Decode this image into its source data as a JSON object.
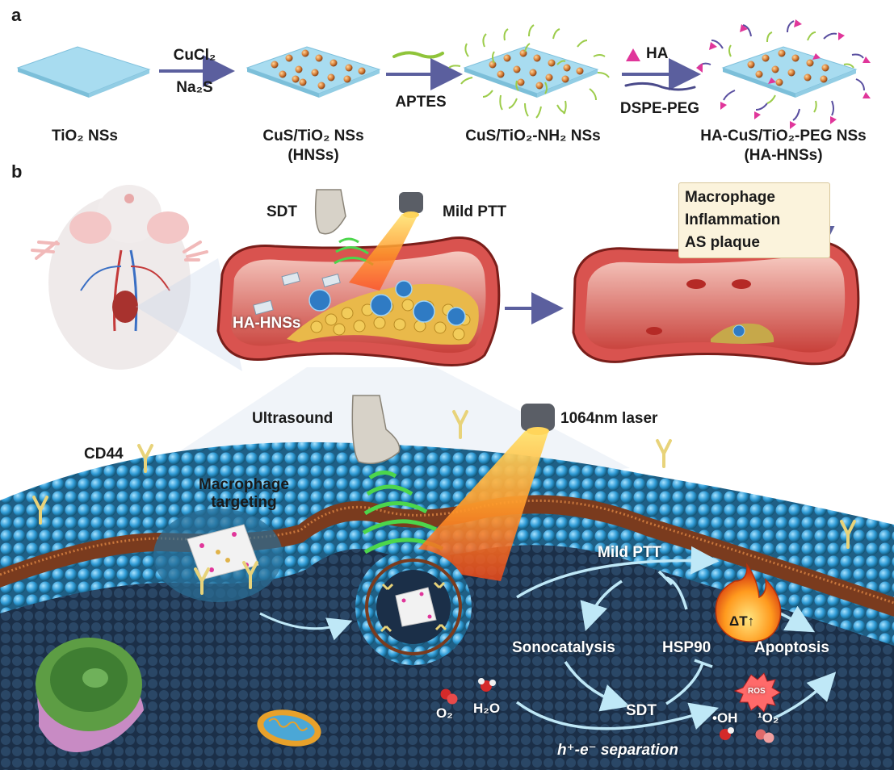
{
  "panel_a": {
    "letter": "a",
    "step1_reagent_top": "CuCl₂",
    "step1_reagent_bottom": "Na₂S",
    "step2_reagent": "APTES",
    "step3_reagent_top": "HA",
    "step3_reagent_bottom": "DSPE-PEG",
    "material1": "TiO₂ NSs",
    "material2_line1": "CuS/TiO₂ NSs",
    "material2_line2": "(HNSs)",
    "material3": "CuS/TiO₂-NH₂ NSs",
    "material4_line1": "HA-CuS/TiO₂-PEG NSs",
    "material4_line2": "(HA-HNSs)"
  },
  "panel_b": {
    "letter": "b",
    "sdt": "SDT",
    "mild_ptt": "Mild PTT",
    "ha_hnss": "HA-HNSs",
    "outcome_box": [
      "Macrophage",
      "Inflammation",
      "AS plaque"
    ],
    "ultrasound": "Ultrasound",
    "laser": "1064nm laser",
    "cd44": "CD44",
    "macrophage_targeting_line1": "Macrophage",
    "macrophage_targeting_line2": "targeting",
    "mechanism": {
      "mild_ptt": "Mild PTT",
      "delta_t": "ΔT↑",
      "sonocatalysis": "Sonocatalysis",
      "hsp90": "HSP90",
      "apoptosis": "Apoptosis",
      "ros": "ROS",
      "o2": "O₂",
      "h2o": "H₂O",
      "sdt": "SDT",
      "oh": "•OH",
      "singlet_o2": "¹O₂",
      "separation": "h⁺-e⁻ separation"
    }
  },
  "colors": {
    "membrane_blue": "#3fa9dc",
    "cytoplasm": "#1e3550",
    "arrow_purple": "#5b5f9e",
    "vessel_red": "#b8312f",
    "ultrasound_green": "#4cd64c",
    "laser_orange": "#ff8a1c"
  }
}
